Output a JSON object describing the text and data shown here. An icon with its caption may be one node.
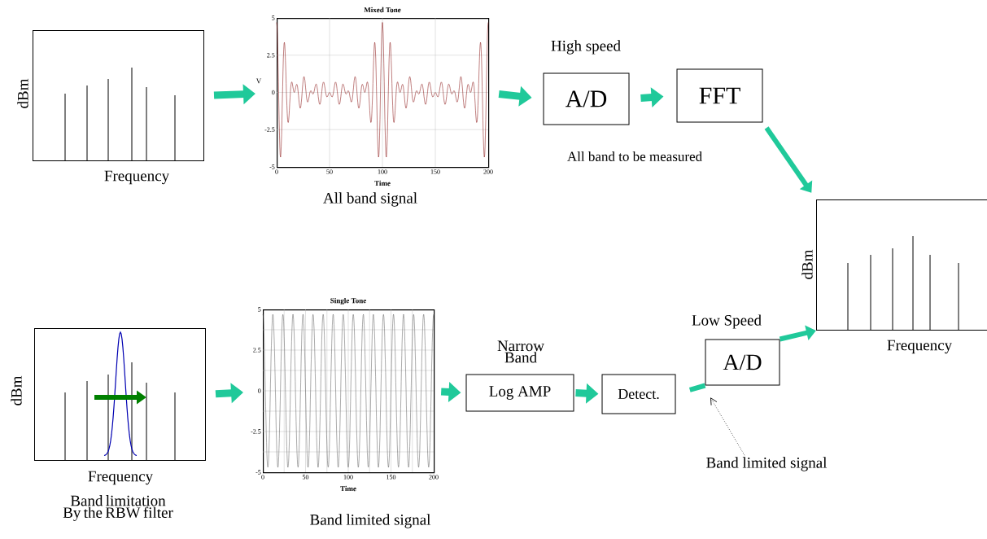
{
  "diagram": {
    "nodes": [
      {
        "text": [
          "dBm",
          "Frequency"
        ]
      },
      {
        "text": [
          "Mixed Tone"
        ],
        "beside": [
          "All band signal"
        ]
      },
      {
        "text": [
          "A/D"
        ],
        "beside": [
          "High speed"
        ]
      },
      {
        "text": [
          "FFT"
        ]
      },
      {
        "text": [
          "dBm",
          "Frequency"
        ]
      },
      {
        "text": [
          "dBm",
          "Frequency"
        ],
        "beside": [
          "Band limitation By the RBW filter"
        ]
      },
      {
        "text": [
          "Single Tone"
        ],
        "beside": [
          "Band limited signal"
        ]
      },
      {
        "text": [
          "Log AMP"
        ],
        "beside": [
          "Narrow Band"
        ]
      },
      {
        "text": [
          "Detect."
        ]
      },
      {
        "text": [
          "A/D"
        ],
        "beside": [
          "Low Speed"
        ]
      },
      {
        "text": [
          "Band limited signal"
        ]
      }
    ],
    "edges": [
      {
        "from": 0,
        "to": 1,
        "arrow": "to"
      },
      {
        "from": 1,
        "to": 2,
        "arrow": "to"
      },
      {
        "from": 2,
        "to": 3,
        "arrow": "to"
      },
      {
        "from": 3,
        "to": 4,
        "arrow": "to"
      },
      {
        "from": 5,
        "to": 6,
        "arrow": "to"
      },
      {
        "from": 6,
        "to": 7,
        "arrow": "to"
      },
      {
        "from": 7,
        "to": 8,
        "arrow": "to"
      },
      {
        "from": 8,
        "to": 9,
        "arrow": "none"
      },
      {
        "from": 9,
        "to": 4,
        "arrow": "to"
      },
      {
        "from": 10,
        "to": null,
        "arrow": "to",
        "style": "dashed",
        "color": "#000000"
      }
    ],
    "labels": [
      "All band to be measured",
      "5",
      "2.5",
      "0",
      "-2.5",
      "-5",
      "0",
      "50",
      "100",
      "150",
      "200",
      "Time",
      "V",
      "5",
      "2.5",
      "0",
      "-2.5",
      "-5",
      "0",
      "50",
      "100",
      "150",
      "200",
      "Time"
    ]
  }
}
